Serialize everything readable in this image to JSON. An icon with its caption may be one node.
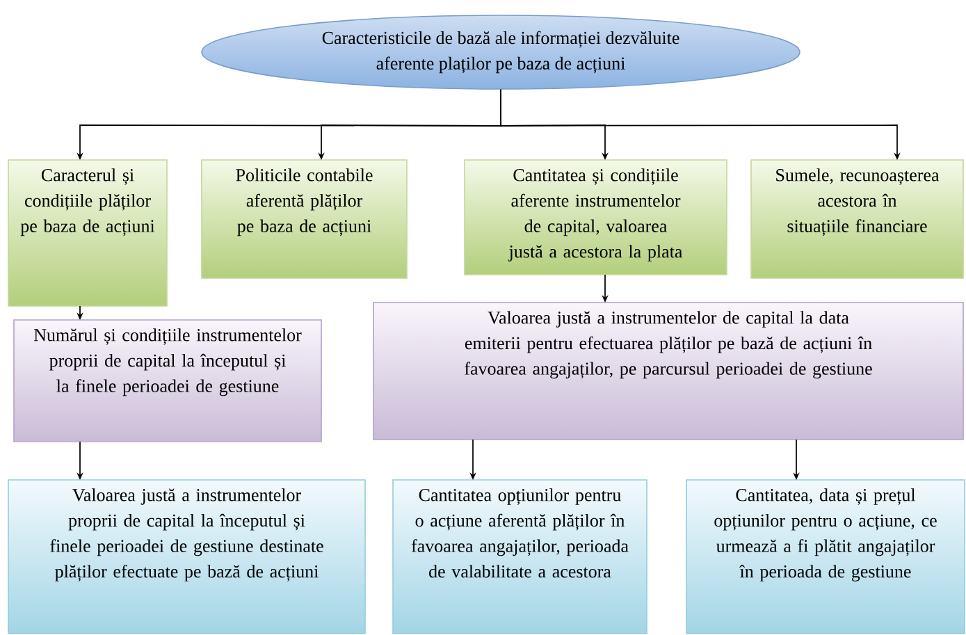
{
  "diagram": {
    "nodes": [
      {
        "text": [
          "Caracteristicile de bază ale informației dezvăluite aferente plaților pe baza de acțiuni"
        ]
      },
      {
        "text": [
          "Caracterul și condițiile plăților pe baza de acțiuni"
        ]
      },
      {
        "text": [
          "Politicile contabile aferentă plăților pe baza de acțiuni"
        ]
      },
      {
        "text": [
          "Cantitatea și condițiile aferente instrumentelor de capital, valoarea justă a acestora la plata"
        ]
      },
      {
        "text": [
          "Sumele, recunoașterea acestora în situațiile financiare"
        ]
      },
      {
        "text": [
          "Numărul și condițiile instrumentelor proprii de capital la începutul și la finele perioadei de gestiune"
        ]
      },
      {
        "text": [
          "Valoarea justă a instrumentelor de capital la data emiterii pentru efectuarea plăților pe bază de acțiuni în favoarea angajaților, pe parcursul perioadei de gestiune"
        ]
      },
      {
        "text": [
          "Valoarea justă a instrumentelor proprii de capital la începutul și finele perioadei de gestiune destinate plăților efectuate pe bază de acțiuni"
        ]
      },
      {
        "text": [
          "Cantitatea opțiunilor pentru o acțiune aferentă plăților în favoarea angajaților, perioada de valabilitate a acestora"
        ]
      },
      {
        "text": [
          "Cantitatea, data și prețul opțiunilor pentru o acțiune, ce urmează a fi plătit angajaților în perioada de gestiune"
        ]
      }
    ],
    "edges": [
      {
        "from": 0,
        "to": 1,
        "arrow": "to"
      },
      {
        "from": 0,
        "to": 2,
        "arrow": "to"
      },
      {
        "from": 0,
        "to": 3,
        "arrow": "to"
      },
      {
        "from": 0,
        "to": 4,
        "arrow": "to"
      },
      {
        "from": 1,
        "to": 5,
        "arrow": "to"
      },
      {
        "from": 3,
        "to": 6,
        "arrow": "to"
      },
      {
        "from": 5,
        "to": 7,
        "arrow": "to"
      },
      {
        "from": 6,
        "to": 8,
        "arrow": "to"
      },
      {
        "from": 6,
        "to": 9,
        "arrow": "to"
      }
    ]
  }
}
